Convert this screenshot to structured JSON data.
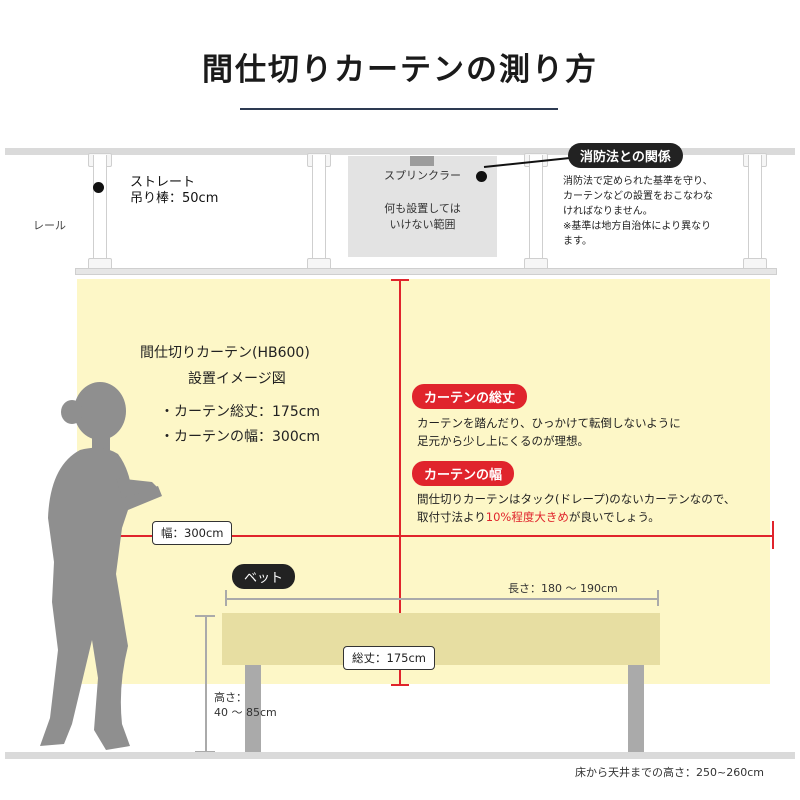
{
  "title": "間仕切りカーテンの測り方",
  "rail": {
    "straight_label_1": "ストレート",
    "straight_label_2": "吊り棒：50cm",
    "rail_label": "レール"
  },
  "sprinkler": {
    "label": "スプリンクラー",
    "note_1": "何も設置しては",
    "note_2": "いけない範囲"
  },
  "fire_law": {
    "badge": "消防法との関係",
    "lines": [
      "消防法で定められた基準を守り、",
      "カーテンなどの設置をおこなわな",
      "ければなりません。",
      "※基準は地方自治体により異なり",
      "ます。"
    ]
  },
  "installation": {
    "title_1": "間仕切りカーテン(HB600)",
    "title_2": "設置イメージ図",
    "bullet_1": "・カーテン総丈：175cm",
    "bullet_2": "・カーテンの幅：300cm"
  },
  "total_length": {
    "badge": "カーテンの総丈",
    "line_1": "カーテンを踏んだり、ひっかけて転倒しないように",
    "line_2": "足元から少し上にくるのが理想。"
  },
  "width_info": {
    "badge": "カーテンの幅",
    "line_1": "間仕切りカーテンはタック(ドレープ)のないカーテンなので、",
    "line_2_pre": "取付寸法より",
    "line_2_highlight": "10%程度大きめ",
    "line_2_post": "が良いでしょう。"
  },
  "labels": {
    "width": "幅：300cm",
    "total": "総丈：175cm",
    "bed": "ベット",
    "bed_length": "長さ：180 〜 190cm",
    "bed_height_1": "高さ：",
    "bed_height_2": "40 〜 85cm",
    "ceiling_height": "床から天井までの高さ：250~260cm"
  },
  "colors": {
    "accent_red": "#e0242c",
    "curtain_area": "#fdf7c7",
    "silhouette": "#8f8f8f"
  }
}
